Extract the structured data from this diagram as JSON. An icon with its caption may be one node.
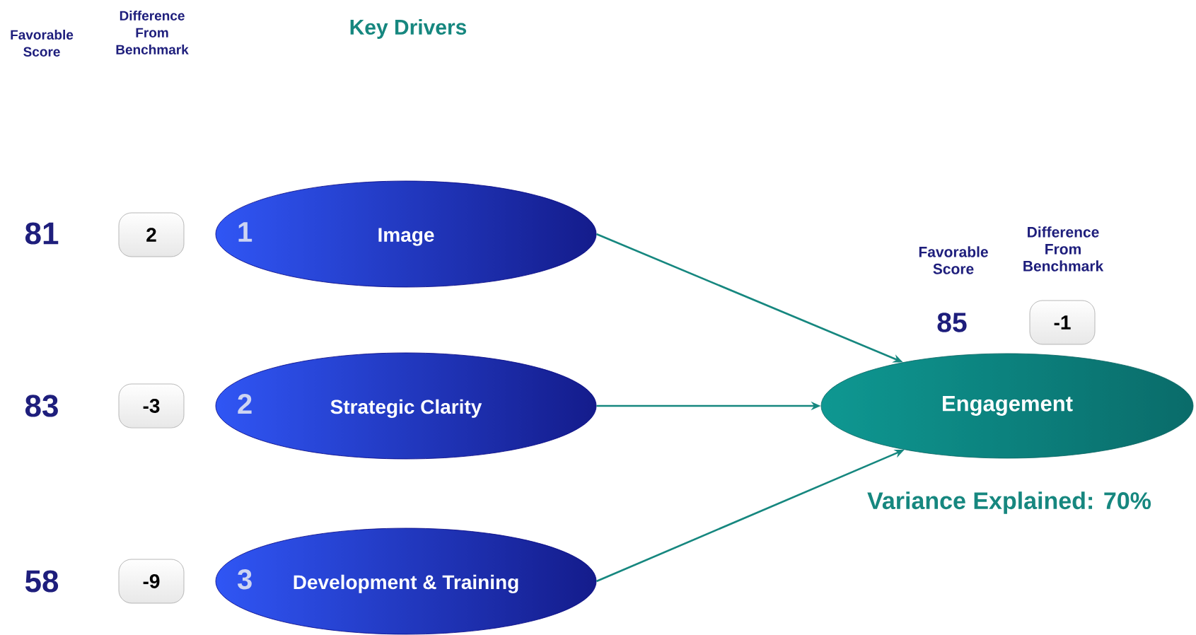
{
  "diagram": {
    "title": "Key Drivers",
    "nodes": [
      {
        "text": [
          "2"
        ]
      },
      {
        "text": [
          "1",
          "Image"
        ]
      },
      {
        "text": [
          "-3"
        ]
      },
      {
        "text": [
          "2",
          "Strategic Clarity"
        ]
      },
      {
        "text": [
          "-9"
        ]
      },
      {
        "text": [
          "3",
          "Development & Training"
        ]
      },
      {
        "text": [
          "-1"
        ]
      },
      {
        "text": [
          "Engagement"
        ]
      }
    ],
    "edges": [
      {
        "from": 1,
        "to": 7,
        "arrow": "to"
      },
      {
        "from": 3,
        "to": 7,
        "arrow": "to"
      },
      {
        "from": 5,
        "to": 7,
        "arrow": "to"
      }
    ],
    "labels": [
      "Favorable Score",
      "Difference From Benchmark",
      "81",
      "83",
      "58",
      "Favorable Score",
      "Difference From Benchmark",
      "85",
      "Variance Explained: 70%"
    ]
  }
}
